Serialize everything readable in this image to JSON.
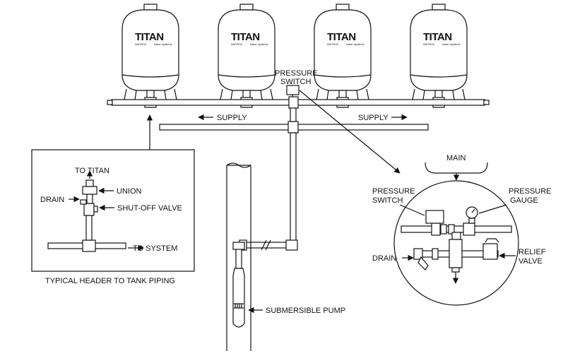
{
  "tanks": [
    {
      "brand": "TITAN",
      "maker": "AMTROL",
      "sub": "water systems"
    },
    {
      "brand": "TITAN",
      "maker": "AMTROL",
      "sub": "water systems"
    },
    {
      "brand": "TITAN",
      "maker": "AMTROL",
      "sub": "water systems"
    },
    {
      "brand": "TITAN",
      "maker": "AMTROL",
      "sub": "water systems"
    }
  ],
  "labels": {
    "pressure_switch_top_1": "PRESSURE",
    "pressure_switch_top_2": "SWITCH",
    "supply_left": "SUPPLY",
    "supply_right": "SUPPLY",
    "submersible_pump": "SUBMERSIBLE PUMP"
  },
  "inset": {
    "caption": "TYPICAL HEADER TO TANK PIPING",
    "to_titan": "TO TITAN",
    "union": "UNION",
    "drain": "DRAIN",
    "shutoff_valve": "SHUT-OFF VALVE",
    "to_system": "TO SYSTEM"
  },
  "detail": {
    "main": "MAIN",
    "pressure_switch_1": "PRESSURE",
    "pressure_switch_2": "SWITCH",
    "pressure_gauge_1": "PRESSURE",
    "pressure_gauge_2": "GAUGE",
    "drain": "DRAIN",
    "relief_valve_1": "RELIEF",
    "relief_valve_2": "VALVE"
  }
}
